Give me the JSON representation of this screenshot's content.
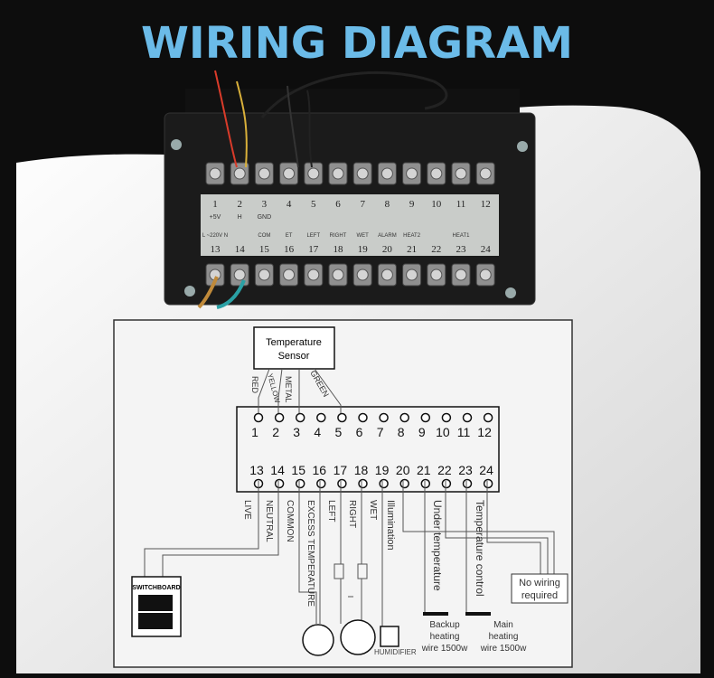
{
  "header": {
    "title": "WIRING DIAGRAM"
  },
  "device": {
    "top_numbers": [
      "1",
      "2",
      "3",
      "4",
      "5",
      "6",
      "7",
      "8",
      "9",
      "10",
      "11",
      "12"
    ],
    "bottom_numbers": [
      "13",
      "14",
      "15",
      "16",
      "17",
      "18",
      "19",
      "20",
      "21",
      "22",
      "23",
      "24"
    ],
    "top_labels": [
      "+5V",
      "H",
      "GND",
      "",
      "",
      "",
      "",
      "",
      "",
      "",
      "",
      ""
    ],
    "bottom_labels": [
      "L ~220V N",
      "",
      "COM",
      "ET",
      "LEFT",
      "RIGHT",
      "WET",
      "ALARM",
      "HEAT2",
      "",
      "HEAT1",
      ""
    ],
    "colors": {
      "body": "#1a1a1a",
      "panel": "#c9ccc9",
      "brand": "#6bbbe8"
    }
  },
  "diagram": {
    "sensor": {
      "line1": "Temperature",
      "line2": "Sensor"
    },
    "sensor_wires": [
      "RED",
      "YELLOW",
      "METAL",
      "GREEN"
    ],
    "top_terminals": [
      "1",
      "2",
      "3",
      "4",
      "5",
      "6",
      "7",
      "8",
      "9",
      "10",
      "11",
      "12"
    ],
    "bottom_terminals": [
      "13",
      "14",
      "15",
      "16",
      "17",
      "18",
      "19",
      "20",
      "21",
      "22",
      "23",
      "24"
    ],
    "lower_labels": [
      "LIVE",
      "NEUTRAL",
      "COMMON",
      "EXCESS TEMPERATURE",
      "LEFT",
      "RIGHT",
      "WET",
      "Illumination",
      "Under temperature",
      "Temperature control"
    ],
    "switchboard": "SWITCHBOARD",
    "no_wiring": [
      "No wiring",
      "required"
    ],
    "humidifier": "HUMIDIFIER",
    "backup": [
      "Backup",
      "heating",
      "wire 1500w"
    ],
    "main": [
      "Main",
      "heating",
      "wire 1500w"
    ]
  }
}
